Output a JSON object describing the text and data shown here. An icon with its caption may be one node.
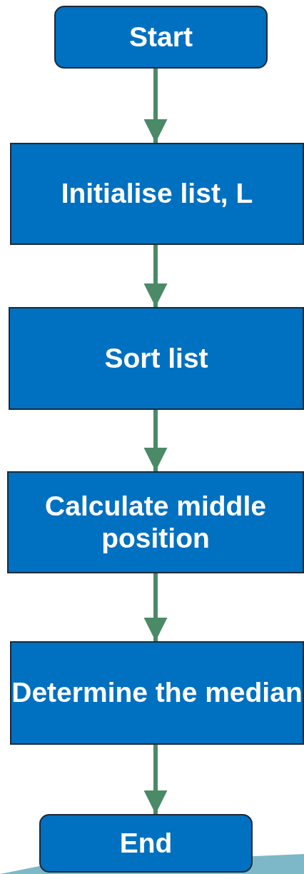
{
  "diagram": {
    "nodes": [
      {
        "text": [
          "Start"
        ]
      },
      {
        "text": [
          "Initialise list, L"
        ]
      },
      {
        "text": [
          "Sort list"
        ]
      },
      {
        "text": [
          "Calculate middle position"
        ]
      },
      {
        "text": [
          "Determine the median"
        ]
      },
      {
        "text": [
          "End"
        ]
      }
    ],
    "edges": [
      {
        "from": 0,
        "to": 1,
        "arrow": "to"
      },
      {
        "from": 1,
        "to": 2,
        "arrow": "to"
      },
      {
        "from": 2,
        "to": 3,
        "arrow": "to"
      },
      {
        "from": 3,
        "to": 4,
        "arrow": "to"
      },
      {
        "from": 4,
        "to": 5,
        "arrow": "to"
      }
    ]
  }
}
